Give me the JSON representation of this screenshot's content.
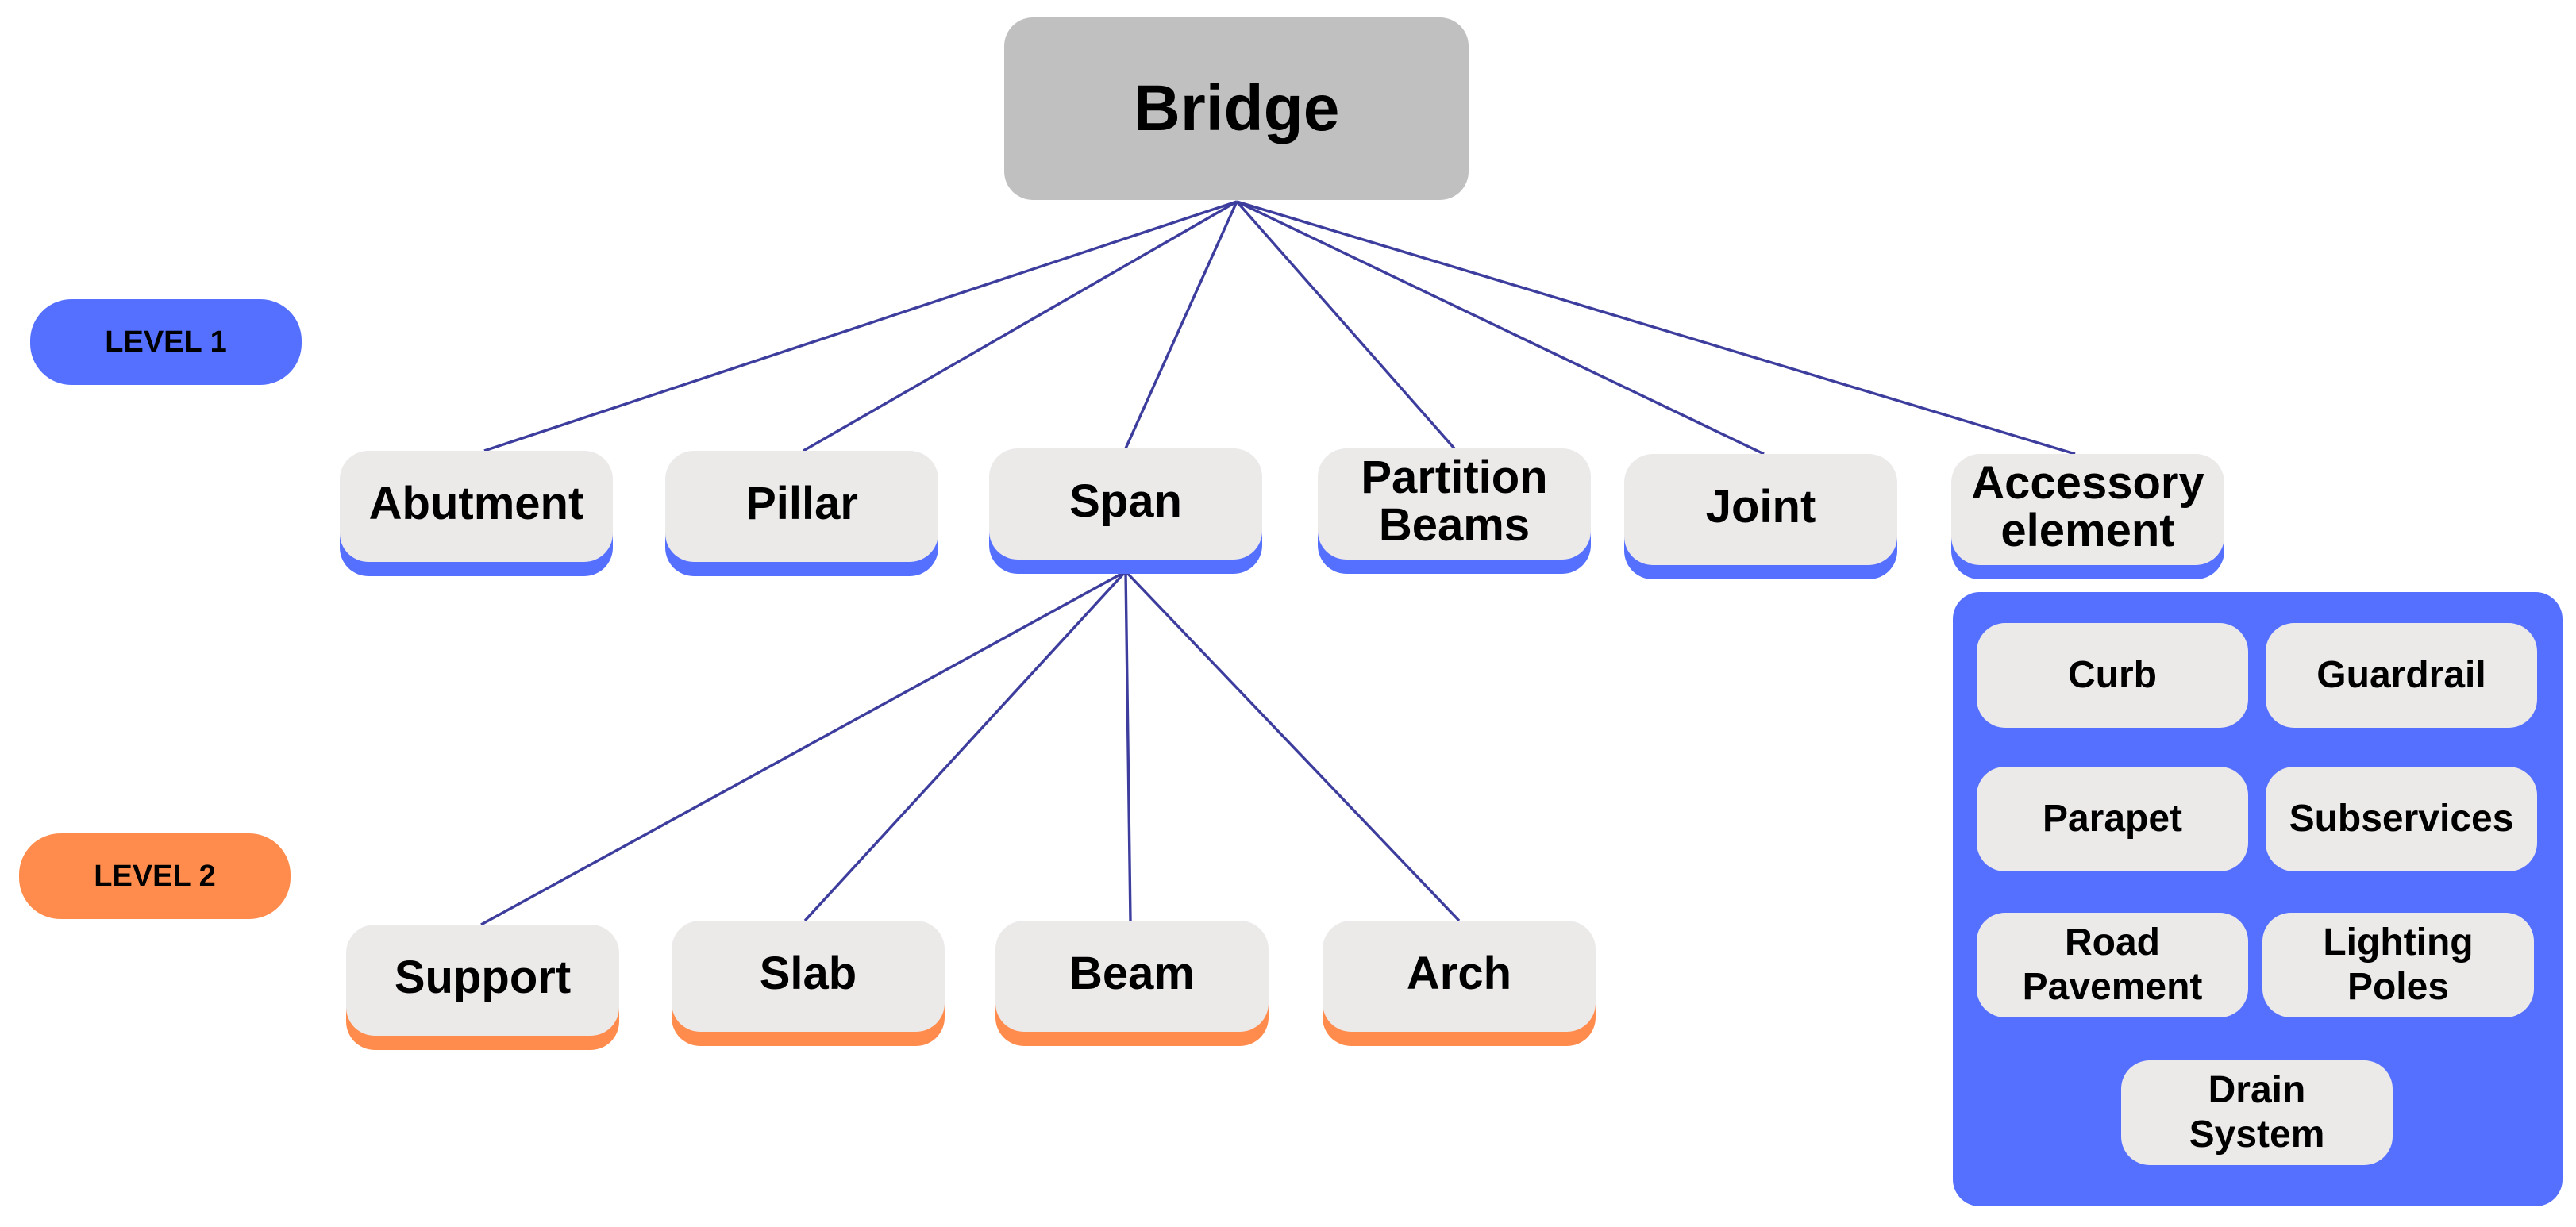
{
  "root": {
    "label": "Bridge"
  },
  "levels": {
    "level1": "LEVEL 1",
    "level2": "LEVEL 2"
  },
  "level1_nodes": [
    {
      "id": "abutment",
      "label": "Abutment"
    },
    {
      "id": "pillar",
      "label": "Pillar"
    },
    {
      "id": "span",
      "label": "Span"
    },
    {
      "id": "partition-beams",
      "label": "Partition\nBeams"
    },
    {
      "id": "joint",
      "label": "Joint"
    },
    {
      "id": "accessory-element",
      "label": "Accessory\nelement"
    }
  ],
  "level2_nodes": [
    {
      "id": "support",
      "label": "Support"
    },
    {
      "id": "slab",
      "label": "Slab"
    },
    {
      "id": "beam",
      "label": "Beam"
    },
    {
      "id": "arch",
      "label": "Arch"
    }
  ],
  "accessory_items": [
    {
      "id": "curb",
      "label": "Curb"
    },
    {
      "id": "guardrail",
      "label": "Guardrail"
    },
    {
      "id": "parapet",
      "label": "Parapet"
    },
    {
      "id": "subservices",
      "label": "Subservices"
    },
    {
      "id": "road-pavement",
      "label": "Road\nPavement"
    },
    {
      "id": "lighting-poles",
      "label": "Lighting\nPoles"
    },
    {
      "id": "drain-system",
      "label": "Drain\nSystem"
    }
  ],
  "edges": [
    [
      "Bridge",
      "Abutment"
    ],
    [
      "Bridge",
      "Pillar"
    ],
    [
      "Bridge",
      "Span"
    ],
    [
      "Bridge",
      "Partition Beams"
    ],
    [
      "Bridge",
      "Joint"
    ],
    [
      "Bridge",
      "Accessory element"
    ],
    [
      "Span",
      "Support"
    ],
    [
      "Span",
      "Slab"
    ],
    [
      "Span",
      "Beam"
    ],
    [
      "Span",
      "Arch"
    ]
  ],
  "colors": {
    "root_fill": "#c0c0c0",
    "node_fill": "#ece9e9",
    "level1_accent": "#5570ff",
    "level2_accent": "#ff8c4c",
    "connector": "#3d3d9e"
  }
}
